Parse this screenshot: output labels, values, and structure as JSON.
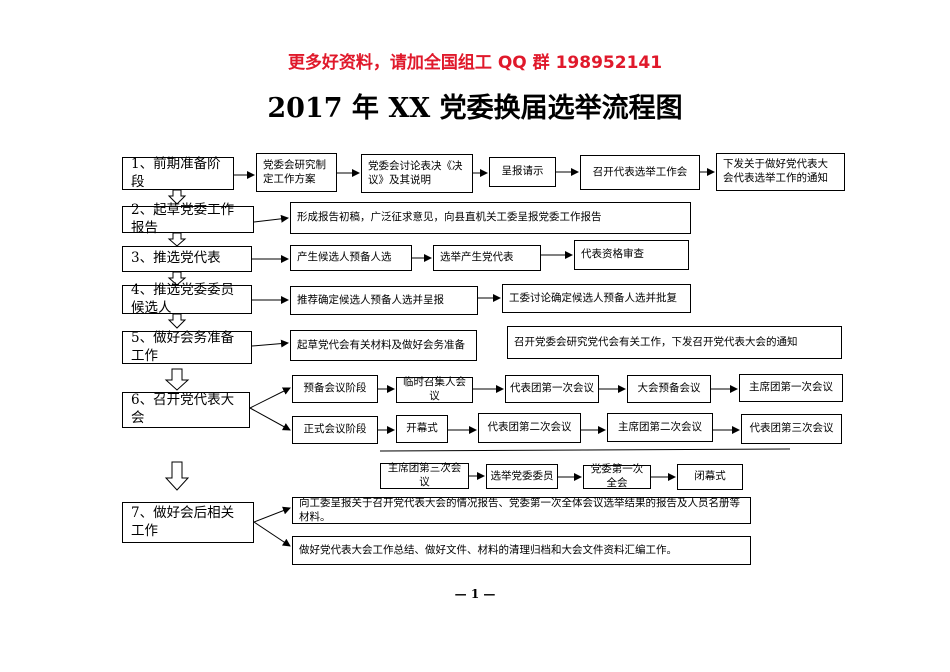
{
  "banner": "更多好资料，请加全国组工 QQ 群 198952141",
  "title": "2017 年 XX 党委换届选举流程图",
  "stages": [
    "1、前期准备阶段",
    "2、起草党委工作报告",
    "3、推选党代表",
    "4、推选党委委员候选人",
    "5、做好会务准备工作",
    "6、召开党代表大会",
    "7、做好会后相关工作"
  ],
  "steps": {
    "s1": [
      "党委会研究制定工作方案",
      "党委会讨论表决《决议》及其说明",
      "呈报请示",
      "召开代表选举工作会",
      "下发关于做好党代表大会代表选举工作的通知"
    ],
    "s2": [
      "形成报告初稿，广泛征求意见，向县直机关工委呈报党委工作报告"
    ],
    "s3": [
      "产生候选人预备人选",
      "选举产生党代表",
      "代表资格审查"
    ],
    "s4": [
      "推荐确定候选人预备人选并呈报",
      "工委讨论确定候选人预备人选并批复"
    ],
    "s5": [
      "起草党代会有关材料及做好会务准备",
      "召开党委会研究党代会有关工作，下发召开党代表大会的通知"
    ],
    "s6_prep": [
      "预备会议阶段",
      "临时召集人会议",
      "代表团第一次会议",
      "大会预备会议",
      "主席团第一次会议"
    ],
    "s6_formal": [
      "正式会议阶段",
      "开幕式",
      "代表团第二次会议",
      "主席团第二次会议",
      "代表团第三次会议"
    ],
    "s6_cont": [
      "主席团第三次会议",
      "选举党委委员",
      "党委第一次全会",
      "闭幕式"
    ],
    "s7": [
      "向工委呈报关于召开党代表大会的情况报告、党委第一次全体会议选举结果的报告及人员名册等材料。",
      "做好党代表大会工作总结、做好文件、材料的清理归档和大会文件资料汇编工作。"
    ]
  },
  "footer": "— 1 —"
}
